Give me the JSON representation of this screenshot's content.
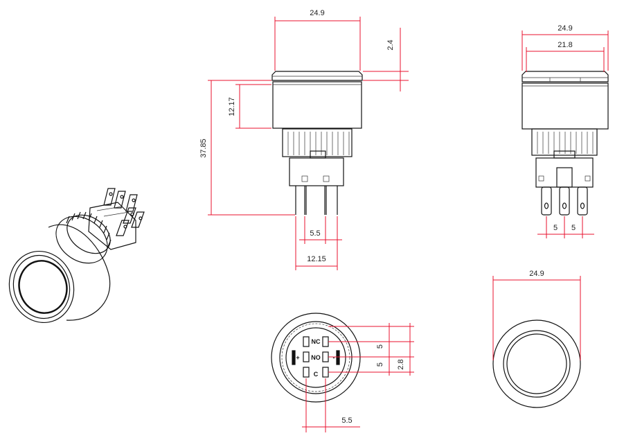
{
  "dimensions": {
    "front_width": "24.9",
    "cap_height": "2.4",
    "body_height": "12.17",
    "overall_height": "37.85",
    "pin_pitch_front": "5.5",
    "pin_span_front": "12.15",
    "side_width": "24.9",
    "side_inner_width": "21.8",
    "side_pin_pitch_a": "5",
    "side_pin_pitch_b": "5",
    "top_diameter": "24.9",
    "bottom_pitch_a": "5",
    "bottom_pitch_b": "5",
    "bottom_offset": "2.8",
    "bottom_pitch_horizontal": "5.5"
  },
  "pin_labels": {
    "nc": "NC",
    "no": "NO",
    "c": "C",
    "plus": "+",
    "minus": "-"
  },
  "colors": {
    "dimension_line": "#e8112d",
    "outline": "#111111"
  }
}
